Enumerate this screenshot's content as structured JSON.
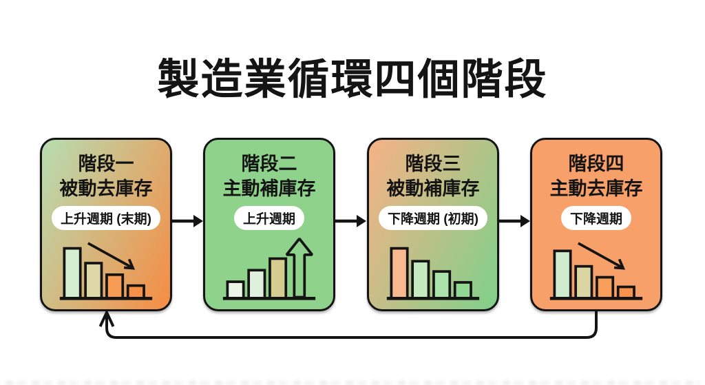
{
  "page": {
    "title": "製造業循環四個階段"
  },
  "stages": [
    {
      "name_line1": "階段一",
      "name_line2": "被動去庫存",
      "phase_label": "上升週期 (末期)",
      "card_bg": {
        "type": "gradient",
        "angle": "115deg",
        "stops": [
          "#b7ddb2",
          "#f68c43"
        ]
      },
      "chart": {
        "type": "bar",
        "trend": "down",
        "bars": [
          {
            "value": 78,
            "fill": "#d3eed0"
          },
          {
            "value": 55,
            "fill": "#ddd8a6"
          },
          {
            "value": 37,
            "fill": "#f79b55"
          },
          {
            "value": 20,
            "fill": "#f78f47"
          }
        ],
        "annotation_arrow": "diagonal-down"
      }
    },
    {
      "name_line1": "階段二",
      "name_line2": "主動補庫存",
      "phase_label": "上升週期",
      "card_bg": {
        "type": "solid",
        "color": "#8ed28b"
      },
      "chart": {
        "type": "bar",
        "trend": "up",
        "bars": [
          {
            "value": 26,
            "fill": "#eaf6e6"
          },
          {
            "value": 44,
            "fill": "#dff1dc"
          },
          {
            "value": 62,
            "fill": "#d5cd8f"
          }
        ],
        "annotation_arrow": "block-up",
        "arrow_fill": "#8ed28b"
      }
    },
    {
      "name_line1": "階段三",
      "name_line2": "被動補庫存",
      "phase_label": "下降週期 (初期)",
      "card_bg": {
        "type": "gradient",
        "angle": "115deg",
        "stops": [
          "#f6b286",
          "#7fd08a"
        ]
      },
      "chart": {
        "type": "bar",
        "trend": "down",
        "bars": [
          {
            "value": 78,
            "fill": "#f8b98f"
          },
          {
            "value": 58,
            "fill": "#c6eac0"
          },
          {
            "value": 42,
            "fill": "#abe1ab"
          },
          {
            "value": 25,
            "fill": "#92d793"
          }
        ],
        "annotation_arrow": "none"
      }
    },
    {
      "name_line1": "階段四",
      "name_line2": "主動去庫存",
      "phase_label": "下降週期",
      "card_bg": {
        "type": "solid",
        "color": "#f8a069"
      },
      "chart": {
        "type": "bar",
        "trend": "down",
        "bars": [
          {
            "value": 74,
            "fill": "#d0ecce"
          },
          {
            "value": 50,
            "fill": "#dbd5a3"
          },
          {
            "value": 33,
            "fill": "#f89e58"
          },
          {
            "value": 18,
            "fill": "#f8934e"
          }
        ],
        "annotation_arrow": "diagonal-down"
      }
    }
  ],
  "flow": {
    "direction": "stage-1 → stage-2 → stage-3 → stage-4 → loop back to stage-1",
    "arrow_color": "#141414"
  },
  "colors": {
    "title_text": "#141414",
    "card_border": "#141414",
    "pill_bg": "#ffffff",
    "green_solid": "#8ed28b",
    "orange_solid": "#f8a069",
    "gradient_green": "#b7ddb2",
    "gradient_orange": "#f68c43"
  }
}
